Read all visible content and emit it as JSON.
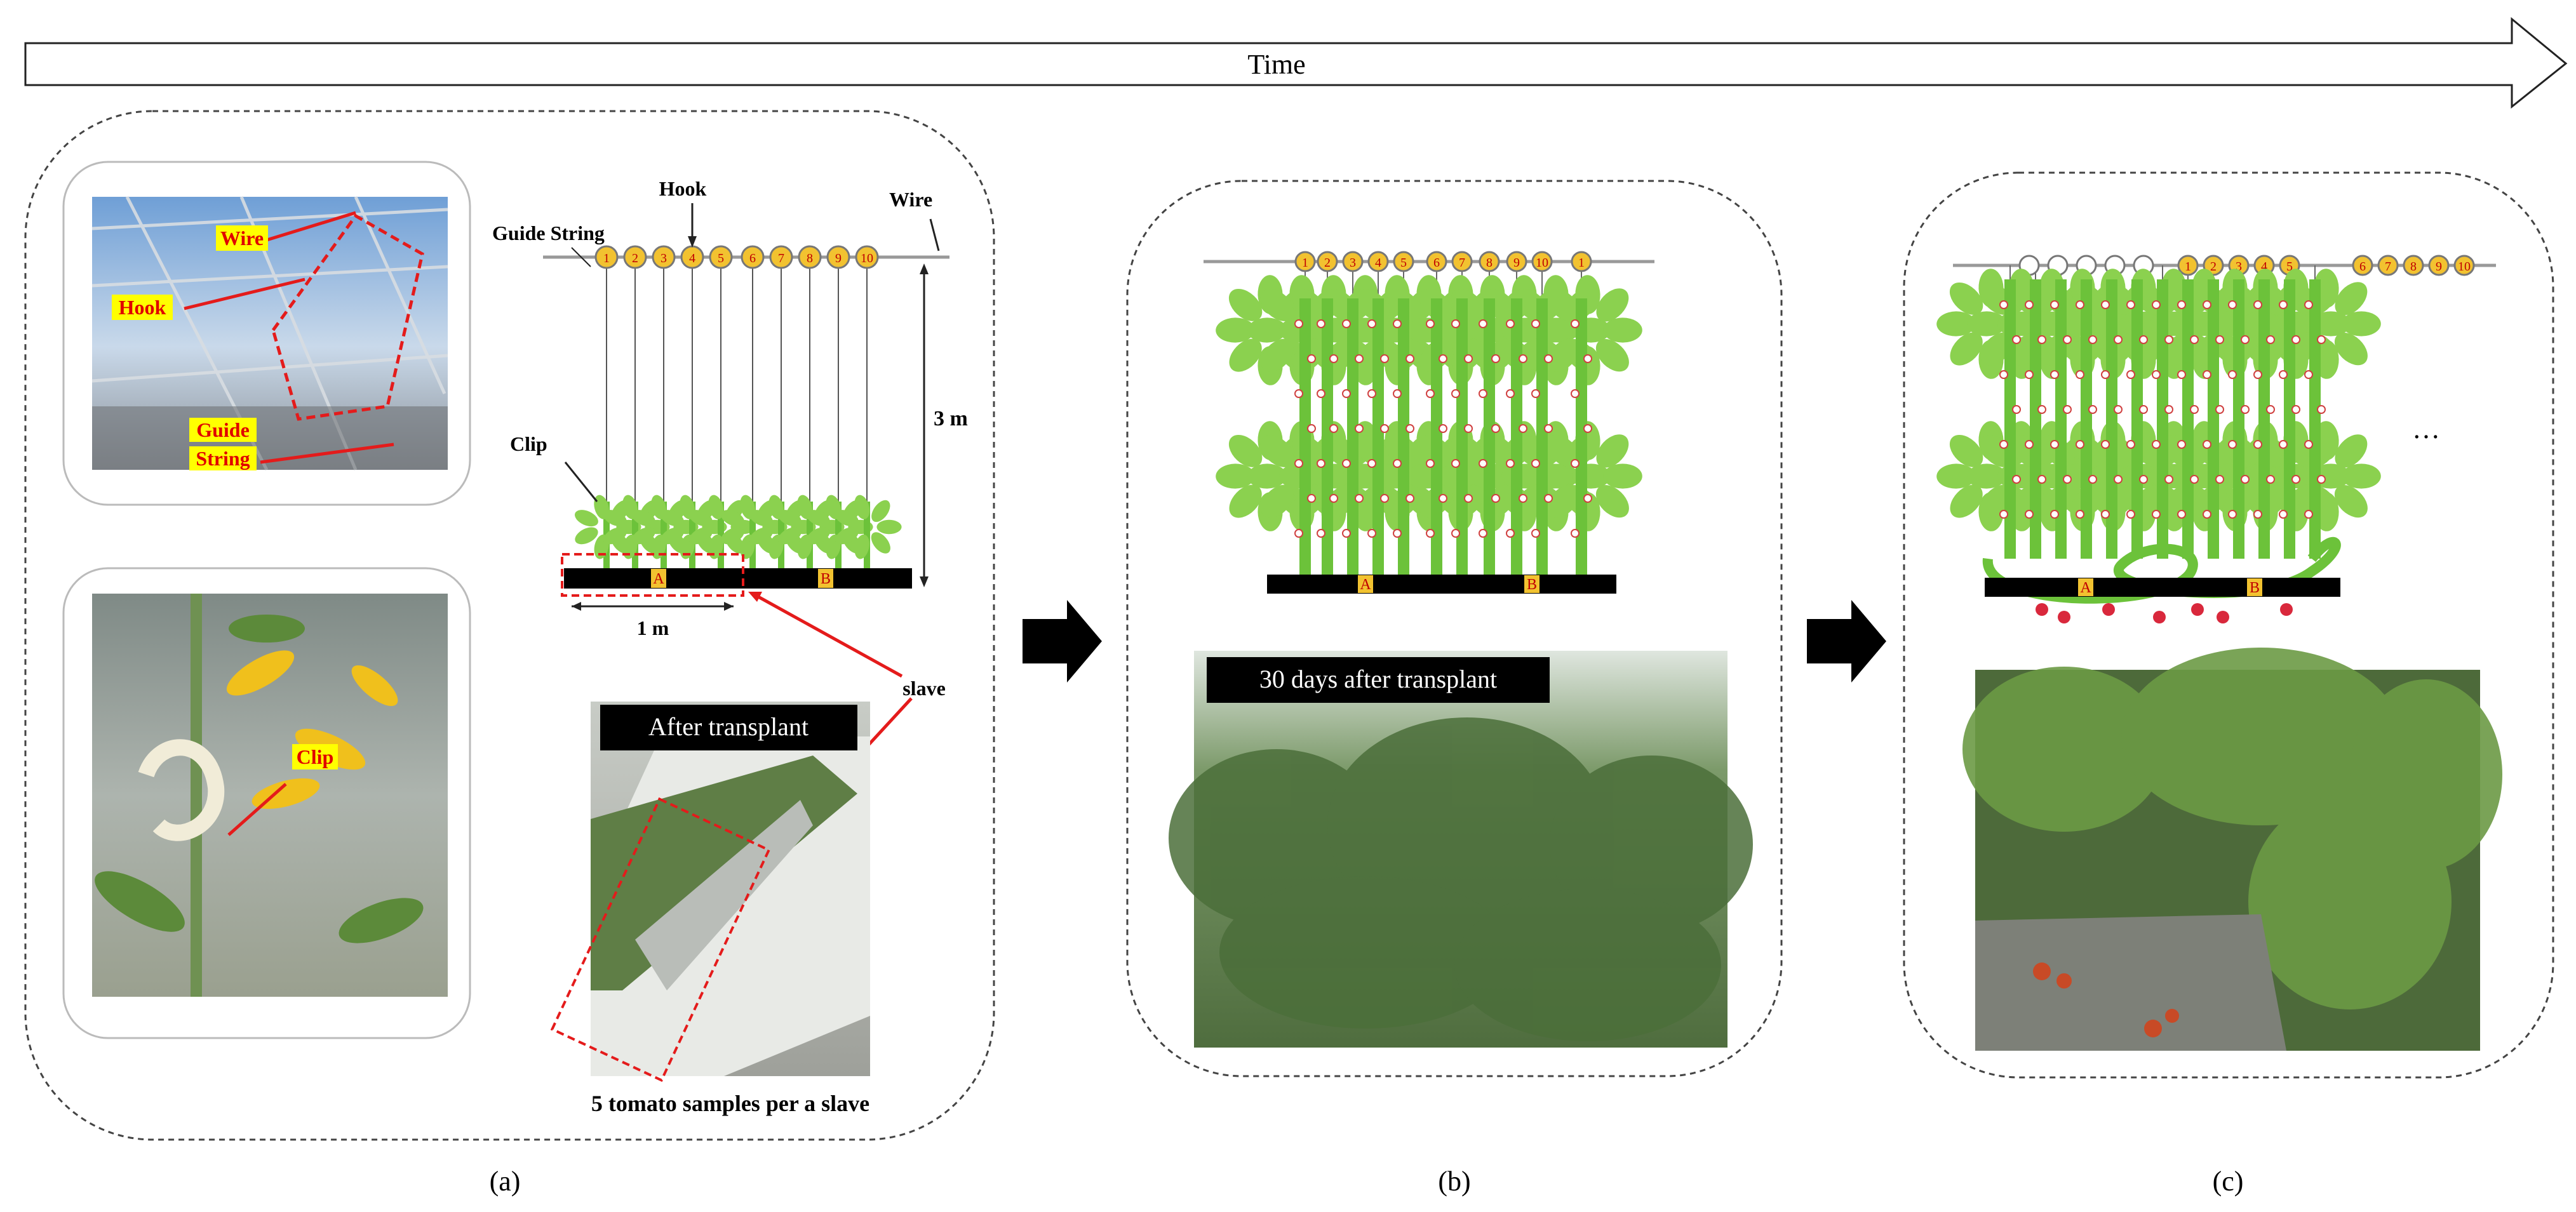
{
  "time_arrow": {
    "label": "Time"
  },
  "panel_a": {
    "caption": "(a)",
    "photo1_labels": {
      "wire": "Wire",
      "hook": "Hook",
      "guide": "Guide",
      "string": "String"
    },
    "photo2_labels": {
      "clip": "Clip"
    },
    "diagram": {
      "hook": "Hook",
      "guide_string": "Guide String",
      "wire": "Wire",
      "height": "3 m",
      "clip": "Clip",
      "width": "1 m",
      "slab_a": "A",
      "slab_b": "B",
      "slave": "slave",
      "hook_numbers": [
        "1",
        "2",
        "3",
        "4",
        "5",
        "6",
        "7",
        "8",
        "9",
        "10"
      ]
    },
    "photo3_banner": "After transplant",
    "photo3_caption": "5 tomato samples per a slave"
  },
  "panel_b": {
    "caption": "(b)",
    "slab_a": "A",
    "slab_b": "B",
    "photo_banner": "30 days after transplant"
  },
  "panel_c": {
    "caption": "(c)",
    "slab_a": "A",
    "slab_b": "B",
    "ellipsis": "…"
  },
  "colors": {
    "stem": "#6cc23a",
    "leaf": "#8bd14f",
    "label_bg": "#ffff00",
    "label_text": "#e00000",
    "annotation_red": "#e41b1b",
    "slab": "#000000",
    "hook_fill": "#f2c230"
  }
}
